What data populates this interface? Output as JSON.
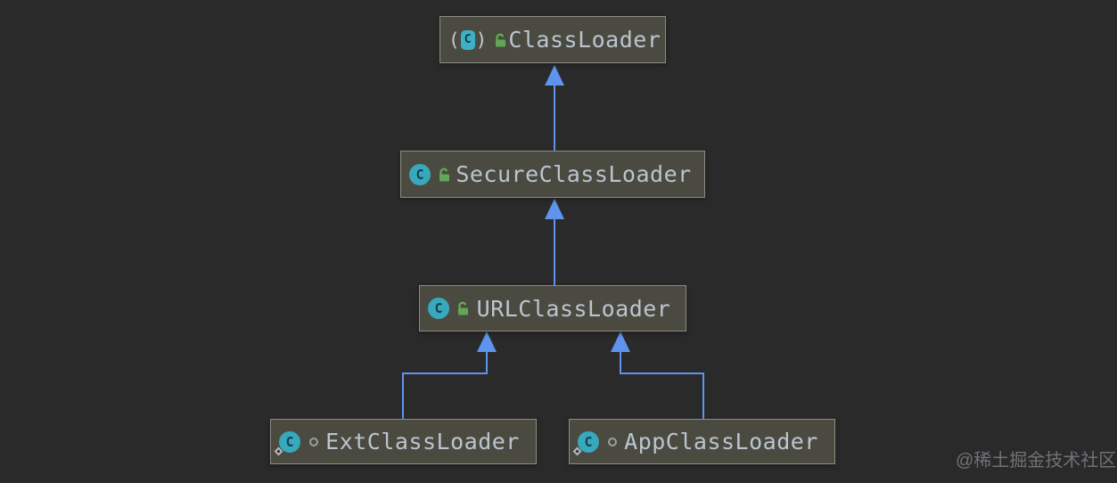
{
  "diagram": {
    "type": "uml-class-inheritance-diagram",
    "nodes": [
      {
        "label": "ClassLoader",
        "kind": "abstract class",
        "visibility": "public"
      },
      {
        "label": "SecureClassLoader",
        "kind": "class",
        "visibility": "public"
      },
      {
        "label": "URLClassLoader",
        "kind": "class",
        "visibility": "public"
      },
      {
        "label": "ExtClassLoader",
        "kind": "static nested class",
        "visibility": "package-private"
      },
      {
        "label": "AppClassLoader",
        "kind": "static nested class",
        "visibility": "package-private"
      }
    ],
    "edges": [
      {
        "from": "SecureClassLoader",
        "to": "ClassLoader",
        "relation": "extends"
      },
      {
        "from": "URLClassLoader",
        "to": "SecureClassLoader",
        "relation": "extends"
      },
      {
        "from": "ExtClassLoader",
        "to": "URLClassLoader",
        "relation": "extends"
      },
      {
        "from": "AppClassLoader",
        "to": "URLClassLoader",
        "relation": "extends"
      }
    ]
  },
  "icons": {
    "class_glyph": "C",
    "abstract_paren_open": "(",
    "abstract_paren_close": ")",
    "class_icon": "teal-circle-with-C",
    "abstract_class_icon": "teal-rounded-square-with-C-in-parentheses",
    "public_icon": "green-open-padlock",
    "package_private_icon": "gray-circle-outline",
    "static_badge_icon": "gray-diamond"
  },
  "colors": {
    "background": "#2a2a2b",
    "node_fill": "#4b4a41",
    "node_border": "#8d8c82",
    "node_text": "#bac5cf",
    "edge_blue": "#5e93ee",
    "class_icon_teal": "#38a8bd",
    "lock_green": "#61a755",
    "watermark_gray": "#6f7275"
  },
  "watermark": {
    "text": "@稀土掘金技术社区"
  }
}
